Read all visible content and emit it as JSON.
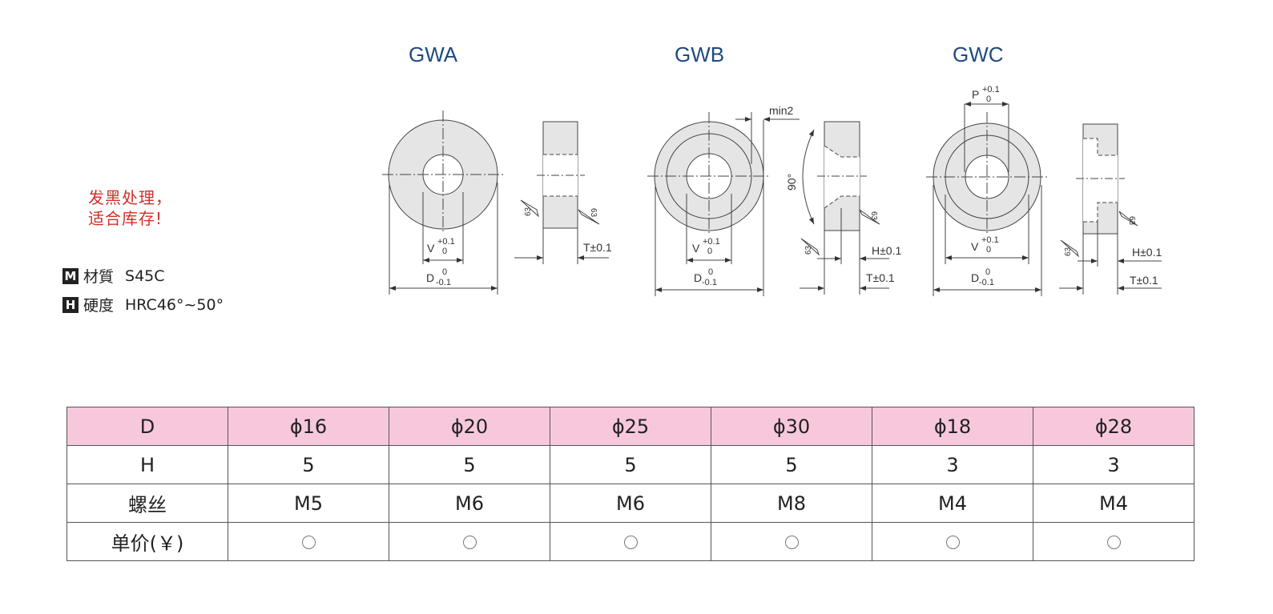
{
  "note": {
    "line1": "发黑处理，",
    "line2": "适合库存!"
  },
  "specs": [
    {
      "icon": "M",
      "label": "材質",
      "value": "S45C"
    },
    {
      "icon": "H",
      "label": "硬度",
      "value": "HRC46°~50°"
    }
  ],
  "drawings": {
    "titles": [
      "GWA",
      "GWB",
      "GWC"
    ],
    "labels": {
      "v": "V",
      "v_tol": "+0.1",
      "v_tol_low": "0",
      "d": "D",
      "d_tol_up": "0",
      "d_tol_low": "-0.1",
      "t": "T±0.1",
      "h": "H±0.1",
      "min2": "min2",
      "angle": "90°",
      "p": "P",
      "p_tol_up": "+0.1",
      "p_tol_low": "0",
      "roughness": "63"
    }
  },
  "table": {
    "header": [
      "D",
      "ϕ16",
      "ϕ20",
      "ϕ25",
      "ϕ30",
      "ϕ18",
      "ϕ28"
    ],
    "rows": [
      {
        "label": "H",
        "cells": [
          "5",
          "5",
          "5",
          "5",
          "3",
          "3"
        ]
      },
      {
        "label": "螺丝",
        "cells": [
          "M5",
          "M6",
          "M6",
          "M8",
          "M4",
          "M4"
        ]
      },
      {
        "label": "单价(￥)",
        "cells": [
          "circle",
          "circle",
          "circle",
          "circle",
          "circle",
          "circle"
        ]
      }
    ],
    "header_color": "#f7c8dc"
  }
}
